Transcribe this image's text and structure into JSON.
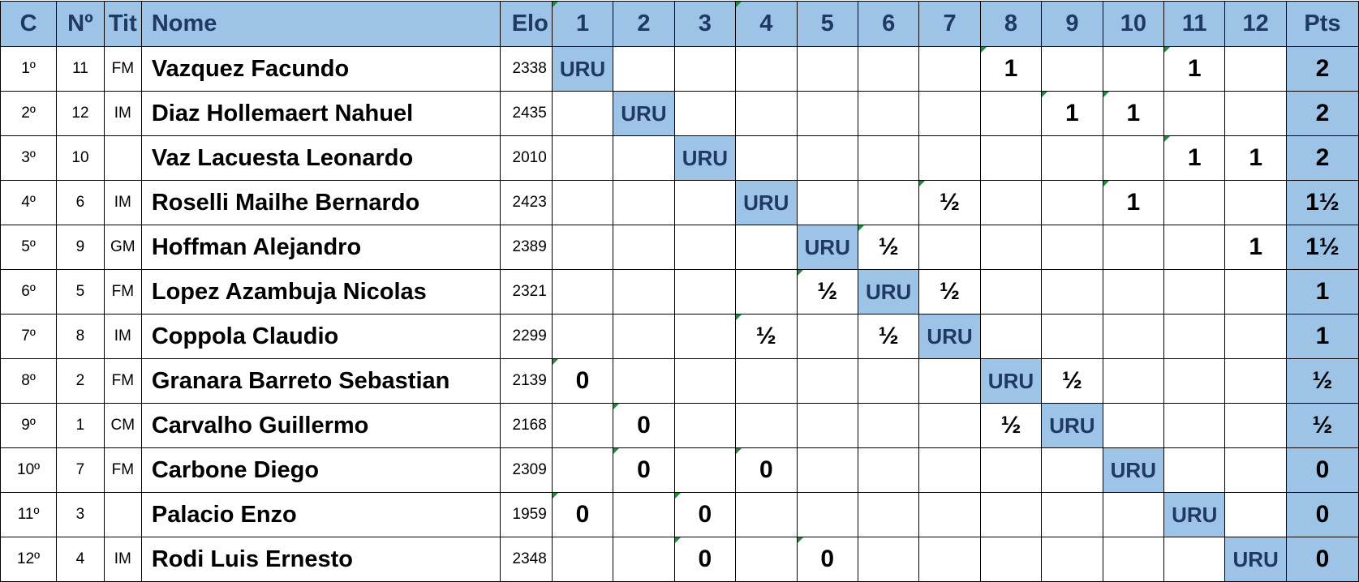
{
  "header": {
    "c": "C",
    "num": "Nº",
    "title": "Tit",
    "name": "Nome",
    "elo": "Elo",
    "rounds": [
      "1",
      "2",
      "3",
      "4",
      "5",
      "6",
      "7",
      "8",
      "9",
      "10",
      "11",
      "12"
    ],
    "pts": "Pts"
  },
  "rows": [
    {
      "rank": "1º",
      "num": "11",
      "title": "FM",
      "name": "Vazquez Facundo",
      "elo": "2338",
      "results": [
        "URU",
        "",
        "",
        "",
        "",
        "",
        "",
        "1",
        "",
        "",
        "1",
        ""
      ],
      "pts": "2"
    },
    {
      "rank": "2º",
      "num": "12",
      "title": "IM",
      "name": "Diaz Hollemaert Nahuel",
      "elo": "2435",
      "results": [
        "",
        "URU",
        "",
        "",
        "",
        "",
        "",
        "",
        "1",
        "1",
        "",
        ""
      ],
      "pts": "2"
    },
    {
      "rank": "3º",
      "num": "10",
      "title": "",
      "name": "Vaz Lacuesta Leonardo",
      "elo": "2010",
      "results": [
        "",
        "",
        "URU",
        "",
        "",
        "",
        "",
        "",
        "",
        "",
        "1",
        "1"
      ],
      "pts": "2"
    },
    {
      "rank": "4º",
      "num": "6",
      "title": "IM",
      "name": "Roselli Mailhe Bernardo",
      "elo": "2423",
      "results": [
        "",
        "",
        "",
        "URU",
        "",
        "",
        "½",
        "",
        "",
        "1",
        "",
        ""
      ],
      "pts": "1½"
    },
    {
      "rank": "5º",
      "num": "9",
      "title": "GM",
      "name": "Hoffman Alejandro",
      "elo": "2389",
      "results": [
        "",
        "",
        "",
        "",
        "URU",
        "½",
        "",
        "",
        "",
        "",
        "",
        "1"
      ],
      "pts": "1½"
    },
    {
      "rank": "6º",
      "num": "5",
      "title": "FM",
      "name": "Lopez Azambuja Nicolas",
      "elo": "2321",
      "results": [
        "",
        "",
        "",
        "",
        "½",
        "URU",
        "½",
        "",
        "",
        "",
        "",
        ""
      ],
      "pts": "1"
    },
    {
      "rank": "7º",
      "num": "8",
      "title": "IM",
      "name": "Coppola Claudio",
      "elo": "2299",
      "results": [
        "",
        "",
        "",
        "½",
        "",
        "½",
        "URU",
        "",
        "",
        "",
        "",
        ""
      ],
      "pts": "1"
    },
    {
      "rank": "8º",
      "num": "2",
      "title": "FM",
      "name": "Granara Barreto Sebastian",
      "elo": "2139",
      "results": [
        "0",
        "",
        "",
        "",
        "",
        "",
        "",
        "URU",
        "½",
        "",
        "",
        ""
      ],
      "pts": "½"
    },
    {
      "rank": "9º",
      "num": "1",
      "title": "CM",
      "name": "Carvalho Guillermo",
      "elo": "2168",
      "results": [
        "",
        "0",
        "",
        "",
        "",
        "",
        "",
        "½",
        "URU",
        "",
        "",
        ""
      ],
      "pts": "½"
    },
    {
      "rank": "10º",
      "num": "7",
      "title": "FM",
      "name": "Carbone Diego",
      "elo": "2309",
      "results": [
        "",
        "0",
        "",
        "0",
        "",
        "",
        "",
        "",
        "",
        "URU",
        "",
        ""
      ],
      "pts": "0"
    },
    {
      "rank": "11º",
      "num": "3",
      "title": "",
      "name": "Palacio Enzo",
      "elo": "1959",
      "results": [
        "0",
        "",
        "0",
        "",
        "",
        "",
        "",
        "",
        "",
        "",
        "URU",
        ""
      ],
      "pts": "0"
    },
    {
      "rank": "12º",
      "num": "4",
      "title": "IM",
      "name": "Rodi Luis Ernesto",
      "elo": "2348",
      "results": [
        "",
        "",
        "0",
        "",
        "0",
        "",
        "",
        "",
        "",
        "",
        "",
        "URU"
      ],
      "pts": "0"
    }
  ],
  "colors": {
    "header_fill": "#9dc3e6",
    "header_text": "#1f3864",
    "comment_marker": "#1e8b3d",
    "grid_line": "#000000"
  }
}
